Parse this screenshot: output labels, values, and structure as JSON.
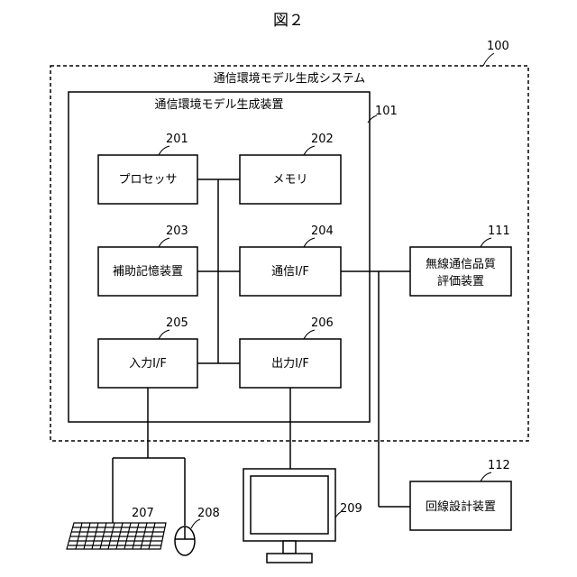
{
  "figure_label": "図２",
  "system": {
    "ref": "100",
    "title": "通信環境モデル生成システム"
  },
  "device": {
    "ref": "101",
    "title": "通信環境モデル生成装置"
  },
  "blocks": {
    "processor": {
      "ref": "201",
      "label": "プロセッサ"
    },
    "memory": {
      "ref": "202",
      "label": "メモリ"
    },
    "aux_storage": {
      "ref": "203",
      "label": "補助記憶装置"
    },
    "comm_if": {
      "ref": "204",
      "label": "通信I/F"
    },
    "input_if": {
      "ref": "205",
      "label": "入力I/F"
    },
    "output_if": {
      "ref": "206",
      "label": "出力I/F"
    }
  },
  "external": {
    "wireless_eval": {
      "ref": "111",
      "line1": "無線通信品質",
      "line2": "評価装置"
    },
    "line_design": {
      "ref": "112",
      "label": "回線設計装置"
    }
  },
  "peripherals": {
    "keyboard": {
      "ref": "207"
    },
    "mouse": {
      "ref": "208"
    },
    "monitor": {
      "ref": "209"
    }
  }
}
